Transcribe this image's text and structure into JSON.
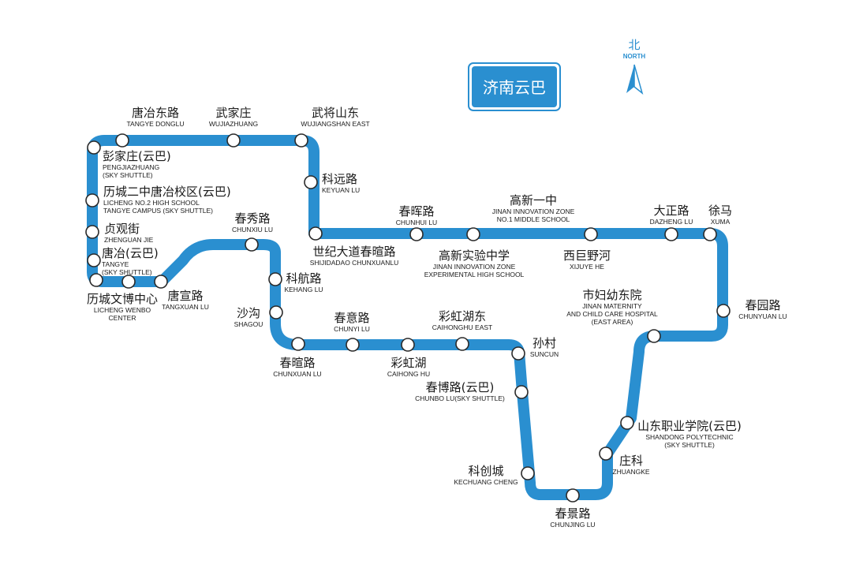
{
  "title": "济南云巴",
  "north": {
    "cn": "北",
    "en": "NORTH"
  },
  "colors": {
    "line": "#2a8fd0",
    "title_bg": "#2a8fd0",
    "station_fill": "#ffffff",
    "station_stroke": "#2a2a2a"
  },
  "icons": {
    "north_arrow": "north-arrow-icon"
  },
  "stations": [
    {
      "cn": "唐冶东路",
      "en": [
        "TANGYE DONGLU"
      ]
    },
    {
      "cn": "武家庄",
      "en": [
        "WUJIAZHUANG"
      ]
    },
    {
      "cn": "武将山东",
      "en": [
        "WUJIANGSHAN EAST"
      ]
    },
    {
      "cn": "彭家庄(云巴)",
      "en": [
        "PENGJIAZHUANG",
        "(SKY SHUTTLE)"
      ]
    },
    {
      "cn": "历城二中唐冶校区(云巴)",
      "en": [
        "LICHENG NO.2 HIGH SCHOOL",
        "TANGYE CAMPUS (SKY SHUTTLE)"
      ]
    },
    {
      "cn": "贞观街",
      "en": [
        "ZHENGUAN JIE"
      ]
    },
    {
      "cn": "唐冶(云巴)",
      "en": [
        "TANGYE",
        "(SKY SHUTTLE)"
      ]
    },
    {
      "cn": "历城文博中心",
      "en": [
        "LICHENG WENBO",
        "CENTER"
      ]
    },
    {
      "cn": "唐宣路",
      "en": [
        "TANGXUAN LU"
      ]
    },
    {
      "cn": "春秀路",
      "en": [
        "CHUNXIU LU"
      ]
    },
    {
      "cn": "科航路",
      "en": [
        "KEHANG LU"
      ]
    },
    {
      "cn": "沙沟",
      "en": [
        "SHAGOU"
      ]
    },
    {
      "cn": "春暄路",
      "en": [
        "CHUNXUAN LU"
      ]
    },
    {
      "cn": "春意路",
      "en": [
        "CHUNYI LU"
      ]
    },
    {
      "cn": "彩虹湖",
      "en": [
        "CAIHONG HU"
      ]
    },
    {
      "cn": "彩虹湖东",
      "en": [
        "CAIHONGHU EAST"
      ]
    },
    {
      "cn": "孙村",
      "en": [
        "SUNCUN"
      ]
    },
    {
      "cn": "春博路(云巴)",
      "en": [
        "CHUNBO LU(SKY SHUTTLE)"
      ]
    },
    {
      "cn": "科创城",
      "en": [
        "KECHUANG CHENG"
      ]
    },
    {
      "cn": "春景路",
      "en": [
        "CHUNJING LU"
      ]
    },
    {
      "cn": "庄科",
      "en": [
        "ZHUANGKE"
      ]
    },
    {
      "cn": "山东职业学院(云巴)",
      "en": [
        "SHANDONG POLYTECHNIC",
        "(SKY SHUTTLE)"
      ]
    },
    {
      "cn": "市妇幼东院",
      "en": [
        "JINAN MATERNITY",
        "AND CHILD CARE HOSPITAL",
        "(EAST AREA)"
      ]
    },
    {
      "cn": "春园路",
      "en": [
        "CHUNYUAN LU"
      ]
    },
    {
      "cn": "徐马",
      "en": [
        "XUMA"
      ]
    },
    {
      "cn": "大正路",
      "en": [
        "DAZHENG LU"
      ]
    },
    {
      "cn": "西巨野河",
      "en": [
        "XIJUYE HE"
      ]
    },
    {
      "cn": "高新一中",
      "en": [
        "JINAN INNOVATION ZONE",
        "NO.1 MIDDLE SCHOOL"
      ]
    },
    {
      "cn": "高新实验中学",
      "en": [
        "JINAN INNOVATION ZONE",
        "EXPERIMENTAL HIGH SCHOOL"
      ]
    },
    {
      "cn": "春晖路",
      "en": [
        "CHUNHUI LU"
      ]
    },
    {
      "cn": "世纪大道春暄路",
      "en": [
        "SHIJIDADAO CHUNXUANLU"
      ]
    },
    {
      "cn": "科远路",
      "en": [
        "KEYUAN LU"
      ]
    }
  ]
}
